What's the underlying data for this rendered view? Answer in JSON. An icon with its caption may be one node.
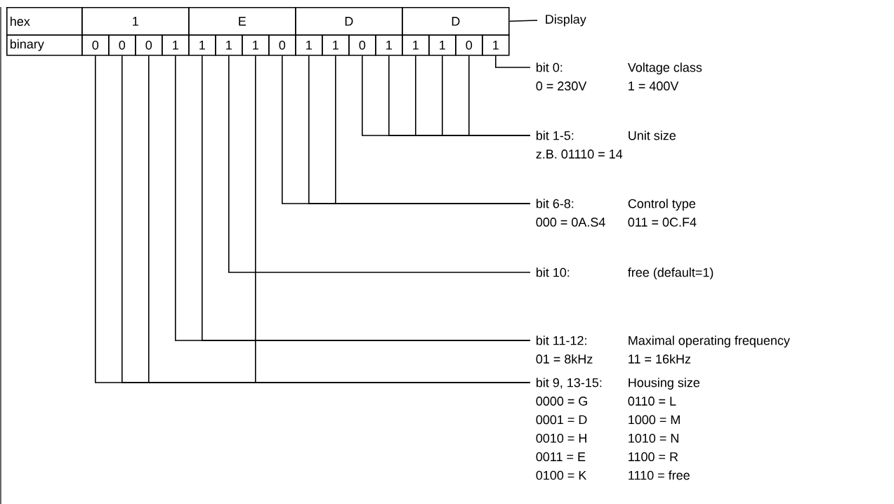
{
  "diagram": {
    "nodes": [
      {
        "text": [
          "hex"
        ]
      },
      {
        "text": [
          "1"
        ]
      },
      {
        "text": [
          "E"
        ]
      },
      {
        "text": [
          "D"
        ]
      },
      {
        "text": [
          "D"
        ]
      },
      {
        "text": [
          "binary"
        ]
      },
      {
        "text": [
          "0"
        ]
      },
      {
        "text": [
          "0"
        ]
      },
      {
        "text": [
          "0"
        ]
      },
      {
        "text": [
          "1"
        ]
      },
      {
        "text": [
          "1"
        ]
      },
      {
        "text": [
          "1"
        ]
      },
      {
        "text": [
          "1"
        ]
      },
      {
        "text": [
          "0"
        ]
      },
      {
        "text": [
          "1"
        ]
      },
      {
        "text": [
          "1"
        ]
      },
      {
        "text": [
          "0"
        ]
      },
      {
        "text": [
          "1"
        ]
      },
      {
        "text": [
          "1"
        ]
      },
      {
        "text": [
          "1"
        ]
      },
      {
        "text": [
          "0"
        ]
      },
      {
        "text": [
          "1"
        ]
      },
      {
        "text": [
          "Display"
        ]
      },
      {
        "text": [
          "bit 0:",
          "Voltage class",
          "0 = 230V",
          "1 = 400V"
        ]
      },
      {
        "text": [
          "bit 1-5:",
          "Unit size",
          "z.B. 01110 = 14"
        ]
      },
      {
        "text": [
          "bit 6-8:",
          "Control type",
          "000 = 0A.S4",
          "011 = 0C.F4"
        ]
      },
      {
        "text": [
          "bit 10:",
          "free (default=1)"
        ]
      },
      {
        "text": [
          "bit 11-12:",
          "Maximal operating frequency",
          "01 = 8kHz",
          "11 = 16kHz"
        ]
      },
      {
        "text": [
          "bit 9, 13-15:",
          "Housing size",
          "0000 = G",
          "0110 = L",
          "0001 = D",
          "1000 = M",
          "0010 = H",
          "1010 = N",
          "0011 = E",
          "1100 = R",
          "0100 = K",
          "1110 = free"
        ]
      }
    ],
    "edges": [
      {
        "from": 4,
        "to": 22,
        "arrow": "none"
      },
      {
        "from": 21,
        "to": 23,
        "arrow": "none"
      },
      {
        "from": 16,
        "to": 24,
        "arrow": "none"
      },
      {
        "from": 17,
        "to": 24,
        "arrow": "none"
      },
      {
        "from": 18,
        "to": 24,
        "arrow": "none"
      },
      {
        "from": 19,
        "to": 24,
        "arrow": "none"
      },
      {
        "from": 20,
        "to": 24,
        "arrow": "none"
      },
      {
        "from": 13,
        "to": 25,
        "arrow": "none"
      },
      {
        "from": 14,
        "to": 25,
        "arrow": "none"
      },
      {
        "from": 15,
        "to": 25,
        "arrow": "none"
      },
      {
        "from": 11,
        "to": 26,
        "arrow": "none"
      },
      {
        "from": 9,
        "to": 27,
        "arrow": "none"
      },
      {
        "from": 10,
        "to": 27,
        "arrow": "none"
      },
      {
        "from": 6,
        "to": 28,
        "arrow": "none"
      },
      {
        "from": 7,
        "to": 28,
        "arrow": "none"
      },
      {
        "from": 8,
        "to": 28,
        "arrow": "none"
      },
      {
        "from": 12,
        "to": 28,
        "arrow": "none"
      }
    ]
  }
}
